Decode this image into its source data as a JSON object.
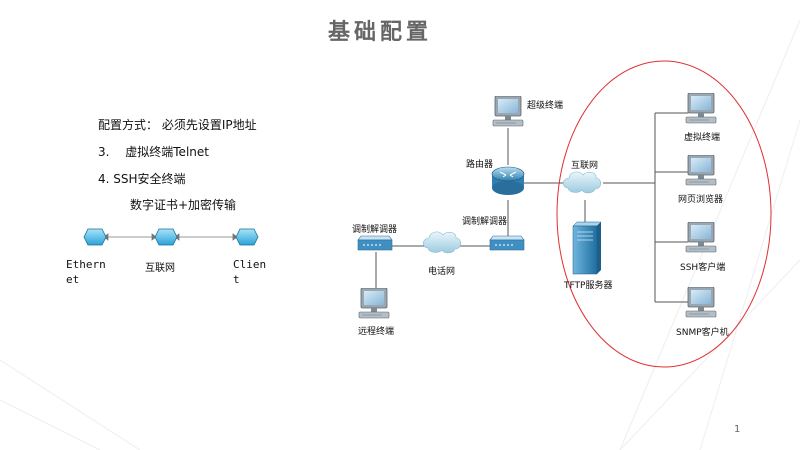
{
  "title": "基础配置",
  "config": {
    "method": "配置方式： 必须先设置IP地址",
    "item3": "3.　 虚拟终端Telnet",
    "item4": "4. SSH安全终端",
    "sub": "数字证书+加密传输"
  },
  "flow": {
    "left_label_line1": "Ethern",
    "left_label_line2": "et",
    "mid_label": "互联网",
    "right_label_line1": "Clien",
    "right_label_line2": "t"
  },
  "network": {
    "super_terminal": "超级终端",
    "router": "路由器",
    "modem_left": "调制解调器",
    "modem_right": "调制解调器",
    "phone_net": "电话网",
    "remote_terminal": "远程终端",
    "internet": "互联网",
    "tftp": "TFTP服务器",
    "virtual_terminal": "虚拟终端",
    "web_browser": "网页浏览器",
    "ssh_client": "SSH客户端",
    "snmp_client": "SNMP客户机"
  },
  "page_number": "1"
}
